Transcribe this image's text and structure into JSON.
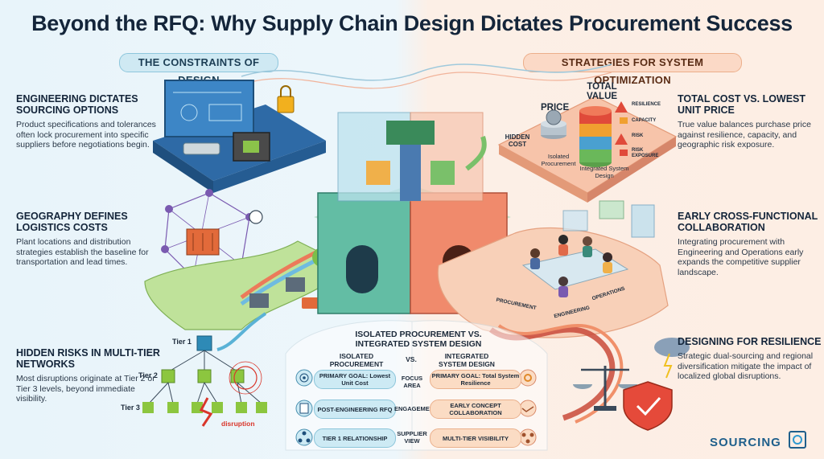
{
  "title": "Beyond the RFQ: Why Supply Chain Design Dictates Procurement Success",
  "left_header": "THE CONSTRAINTS OF DESIGN",
  "right_header": "STRATEGIES FOR SYSTEM OPTIMIZATION",
  "left_sections": [
    {
      "heading": "ENGINEERING DICTATES SOURCING OPTIONS",
      "body": "Product specifications and tolerances often lock procurement into specific suppliers before negotiations begin."
    },
    {
      "heading": "GEOGRAPHY DEFINES LOGISTICS COSTS",
      "body": "Plant locations and distribution strategies establish the baseline for transportation and lead times."
    },
    {
      "heading": "HIDDEN RISKS IN MULTI-TIER NETWORKS",
      "body": "Most disruptions originate at Tier 2 or Tier 3 levels, beyond immediate visibility."
    }
  ],
  "right_sections": [
    {
      "heading": "TOTAL COST VS. LOWEST UNIT PRICE",
      "body": "True value balances purchase price against resilience, capacity, and geographic risk exposure."
    },
    {
      "heading": "EARLY CROSS-FUNCTIONAL COLLABORATION",
      "body": "Integrating procurement with Engineering and Operations early expands the competitive supplier landscape."
    },
    {
      "heading": "DESIGNING FOR RESILIENCE",
      "body": "Strategic dual-sourcing and regional diversification mitigate the impact of localized global disruptions."
    }
  ],
  "cost_panel": {
    "price": "PRICE",
    "total_value": "TOTAL VALUE",
    "hidden_cost": "HIDDEN COST",
    "isolated": "Isolated Procurement",
    "integrated": "Integrated System Design",
    "legend": [
      "RESILIENCE",
      "CAPACITY",
      "RISK",
      "RISK EXPOSURE"
    ]
  },
  "tiers": {
    "tier1": "Tier 1",
    "tier2": "Tier 2",
    "tier3": "Tier 3",
    "disruption": "disruption"
  },
  "collab_labels": {
    "procurement": "PROCUREMENT",
    "engineering": "ENGINEERING",
    "operations": "OPERATIONS"
  },
  "comparison": {
    "title": "ISOLATED PROCUREMENT VS. INTEGRATED SYSTEM DESIGN",
    "left_col": "ISOLATED PROCUREMENT",
    "vs": "VS.",
    "right_col": "INTEGRATED SYSTEM DESIGN",
    "rows": [
      {
        "left": "PRIMARY GOAL: Lowest Unit Cost",
        "mid": "FOCUS AREA",
        "right": "PRIMARY GOAL: Total System Resilience"
      },
      {
        "left": "POST-ENGINEERING RFQ",
        "mid": "ENGAGEMENT",
        "right": "EARLY CONCEPT COLLABORATION"
      },
      {
        "left": "TIER 1 RELATIONSHIP",
        "mid": "SUPPLIER VIEW",
        "right": "MULTI-TIER VISIBILITY"
      }
    ]
  },
  "logo": "SOURCING",
  "colors": {
    "blue": "#5ab2d6",
    "orange": "#f0906a",
    "green": "#8cc63f",
    "red": "#d9362b"
  }
}
